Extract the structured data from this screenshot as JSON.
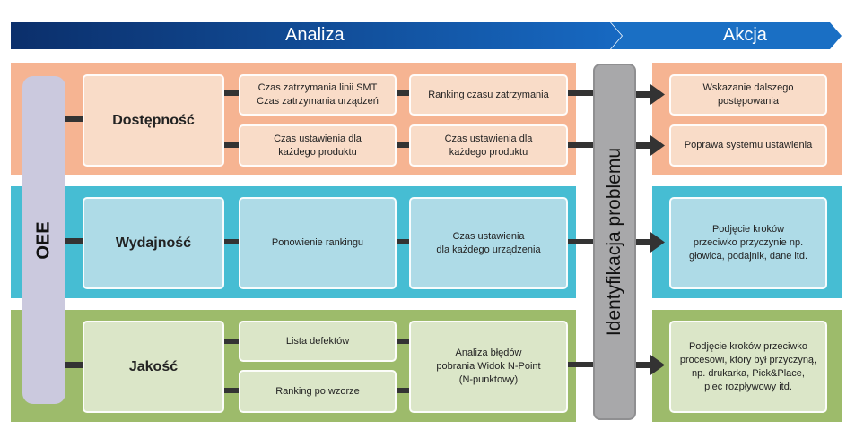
{
  "header": {
    "analysis_label": "Analiza",
    "action_label": "Akcja",
    "bar_color": "#0b3a7d"
  },
  "oee_label": "OEE",
  "identification_label": "Identyfikacja problemu",
  "rows": {
    "availability": {
      "category": "Dostępność",
      "box1": "Czas zatrzymania linii SMT\nCzas zatrzymania urządzeń",
      "box2": "Ranking czasu zatrzymania",
      "box3": "Czas ustawienia dla\nkażdego produktu",
      "box4": "Czas ustawienia dla\nkażdego produktu",
      "action1": "Wskazanie dalszego\npostępowania",
      "action2": "Poprawa systemu ustawienia"
    },
    "performance": {
      "category": "Wydajność",
      "box1": "Ponowienie rankingu",
      "box2": "Czas ustawienia\ndla każdego urządzenia",
      "action": "Podjęcie kroków\nprzeciwko przyczynie np.\ngłowica, podajnik, dane itd."
    },
    "quality": {
      "category": "Jakość",
      "box1": "Lista defektów",
      "box2": "Ranking po wzorze",
      "box3": "Analiza błędów\npobrania Widok N-Point\n(N-punktowy)",
      "action": "Podjęcie kroków przeciwko\nprocesowi, który był przyczyną,\nnp. drukarka, Pick&Place,\npiec rozpływowy itd."
    }
  },
  "colors": {
    "availability": "#f6b492",
    "performance": "#46bdd3",
    "quality": "#9dbb6b",
    "oee": "#cbc9de",
    "identification": "#a8a8aa"
  }
}
